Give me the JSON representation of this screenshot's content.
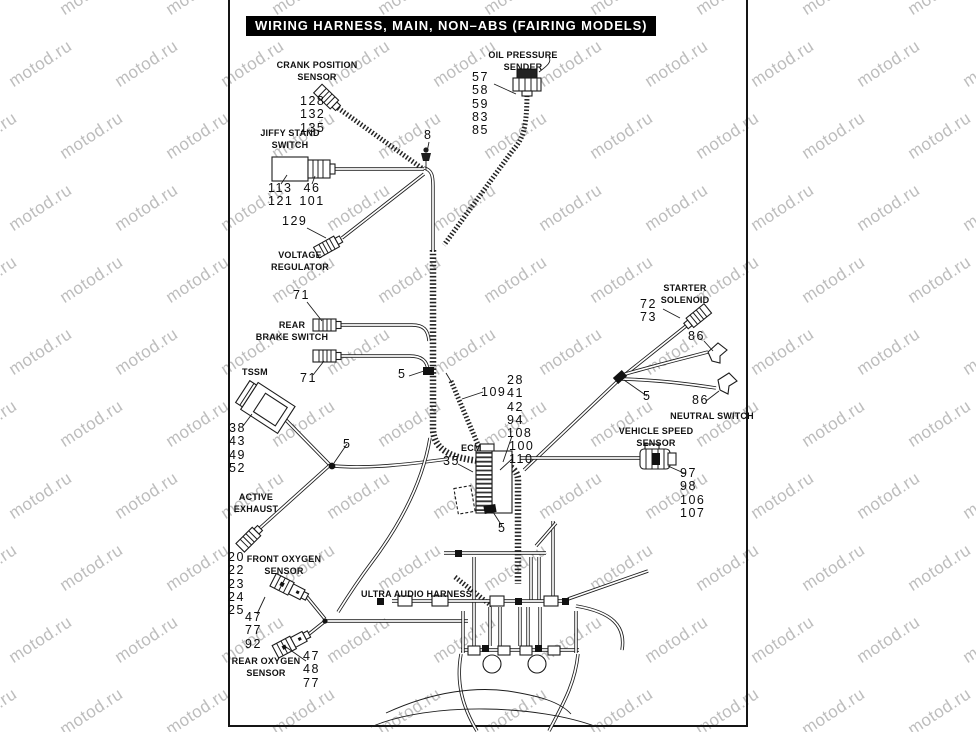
{
  "watermark": {
    "text": "motod.ru"
  },
  "diagram": {
    "title": "WIRING HARNESS, MAIN, NON–ABS (FAIRING MODELS)",
    "labels": {
      "crank_position_sensor": "CRANK POSITION\nSENSOR",
      "oil_pressure_sender": "OIL PRESSURE\nSENDER",
      "jiffy_stand_switch": "JIFFY STAND\nSWITCH",
      "voltage_regulator": "VOLTAGE\nREGULATOR",
      "rear_brake_switch": "REAR\nBRAKE SWITCH",
      "tssm": "TSSM",
      "starter_solenoid": "STARTER\nSOLENOID",
      "neutral_switch": "NEUTRAL SWITCH",
      "vehicle_speed_sensor": "VEHICLE SPEED\nSENSOR",
      "ecm": "ECM",
      "active_exhaust": "ACTIVE\nEXHAUST",
      "front_oxygen_sensor": "FRONT OXYGEN\nSENSOR",
      "rear_oxygen_sensor": "REAR OXYGEN\nSENSOR",
      "ultra_audio_harness": "ULTRA AUDIO HARNESS"
    },
    "callouts": {
      "crank_nums": "128\n132\n135",
      "oil_nums": "57\n58\n59\n83\n85",
      "clip_8": "8",
      "jiffy_nums_a": "113\n121",
      "jiffy_nums_b": "46\n101",
      "voltage_reg_num": "129",
      "brake_top_num": "71",
      "brake_bottom_num": "71",
      "clamp_5_brake": "5",
      "tssm_nums": "38\n43\n49\n52",
      "clamp_5_tssm": "5",
      "starter_nums": "72\n73",
      "neutral_86_top": "86",
      "clamp_5_starter": "5",
      "neutral_86_bottom": "86",
      "antenna_num": "109",
      "ecm_nums_a": "28\n41\n42\n94\n108",
      "ecm_num_35": "35",
      "ecm_nums_b": "100\n110",
      "clamp_5_ecm": "5",
      "vss_nums": "97\n98\n106\n107",
      "front_o2_nums": "20\n22\n23\n24\n25",
      "front_o2_nums_b": "47\n77\n92",
      "rear_o2_nums": "47\n48\n77"
    }
  }
}
